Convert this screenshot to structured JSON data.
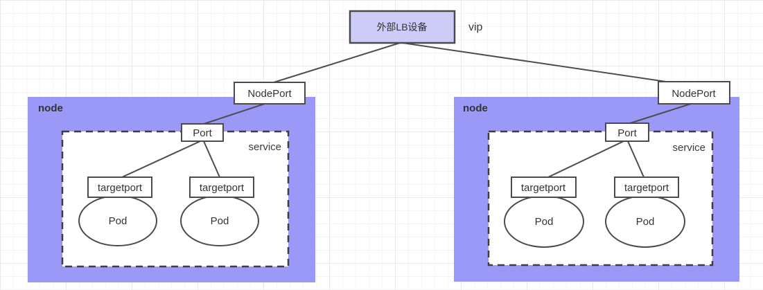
{
  "diagram": {
    "external_lb_label": "外部LB设备",
    "vip_label": "vip",
    "nodes": [
      {
        "name_label": "node",
        "nodeport_label": "NodePort",
        "service_label": "service",
        "port_label": "Port",
        "targetport_labels": [
          "targetport",
          "targetport"
        ],
        "pod_labels": [
          "Pod",
          "Pod"
        ]
      },
      {
        "name_label": "node",
        "nodeport_label": "NodePort",
        "service_label": "service",
        "port_label": "Port",
        "targetport_labels": [
          "targetport",
          "targetport"
        ],
        "pod_labels": [
          "Pod",
          "Pod"
        ]
      }
    ]
  },
  "colors": {
    "node_fill": "#9a99f8",
    "lb_fill": "#cdccf6",
    "shape_fill": "#ffffff",
    "line": "#4d4d4d",
    "text": "#333333"
  }
}
